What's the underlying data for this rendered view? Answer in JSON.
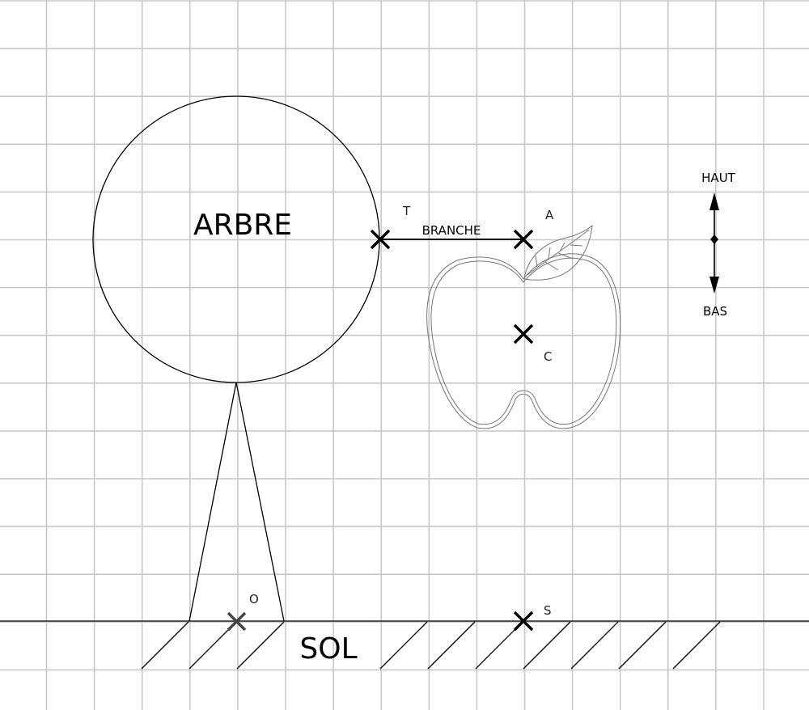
{
  "diagram": {
    "labels": {
      "tree": "ARBRE",
      "branch": "BRANCHE",
      "ground": "SOL",
      "up": "HAUT",
      "down": "BAS"
    },
    "points": {
      "T": "T",
      "A": "A",
      "C": "C",
      "O": "O",
      "S": "S"
    }
  }
}
